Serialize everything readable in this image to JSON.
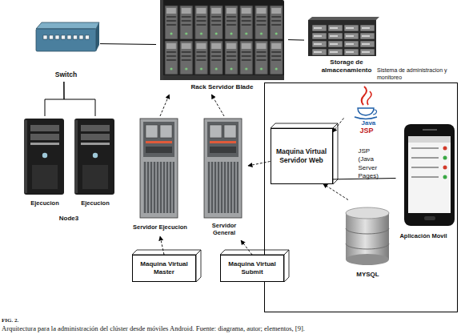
{
  "diagram": {
    "caption": "Arquitectura para la administración del clúster desde móviles Android. Fuente: diagrama, autor; elementos, [9].",
    "nodes": [
      {
        "text": [
          "Switch"
        ]
      },
      {
        "text": [
          "Rack Servidor Blade"
        ]
      },
      {
        "text": [
          "Storage de almacenamiento"
        ]
      },
      {
        "text": [
          "Sistema de administracion y monitoreo"
        ]
      },
      {
        "text": [
          "Ejecucion"
        ]
      },
      {
        "text": [
          "Ejecucion"
        ]
      },
      {
        "text": [
          "Servidor Ejecucion"
        ]
      },
      {
        "text": [
          "Servidor General"
        ]
      },
      {
        "text": [
          "Maquina Virtual Master"
        ]
      },
      {
        "text": [
          "Maquina Virtual Submit"
        ]
      },
      {
        "text": [
          "Maquina Virtual Servidor Web"
        ],
        "in": 3
      },
      {
        "text": [
          "Java",
          "JSP",
          "JSP (Java Server Pages)"
        ],
        "in": 3
      },
      {
        "text": [
          "Aplicación Movil"
        ],
        "in": 3
      },
      {
        "text": [
          "MYSQL"
        ],
        "in": 3
      }
    ],
    "edges": [
      {
        "from": 0,
        "to": 1,
        "arrow": "none"
      },
      {
        "from": 1,
        "to": 2,
        "arrow": "none"
      },
      {
        "from": 0,
        "to": 4,
        "arrow": "none"
      },
      {
        "from": 0,
        "to": 5,
        "arrow": "none"
      },
      {
        "from": 6,
        "to": 1,
        "arrow": "to"
      },
      {
        "from": 7,
        "to": 1,
        "arrow": "to"
      },
      {
        "from": 8,
        "to": 6,
        "arrow": "to"
      },
      {
        "from": 9,
        "to": 7,
        "arrow": "to"
      },
      {
        "from": 10,
        "to": 7,
        "arrow": "to"
      },
      {
        "from": 11,
        "to": 10,
        "arrow": "to"
      },
      {
        "from": 13,
        "to": 10,
        "arrow": "to"
      },
      {
        "from": 10,
        "to": 12,
        "arrow": "none"
      }
    ],
    "labels": [
      "Node3",
      "FIG. 2."
    ]
  }
}
